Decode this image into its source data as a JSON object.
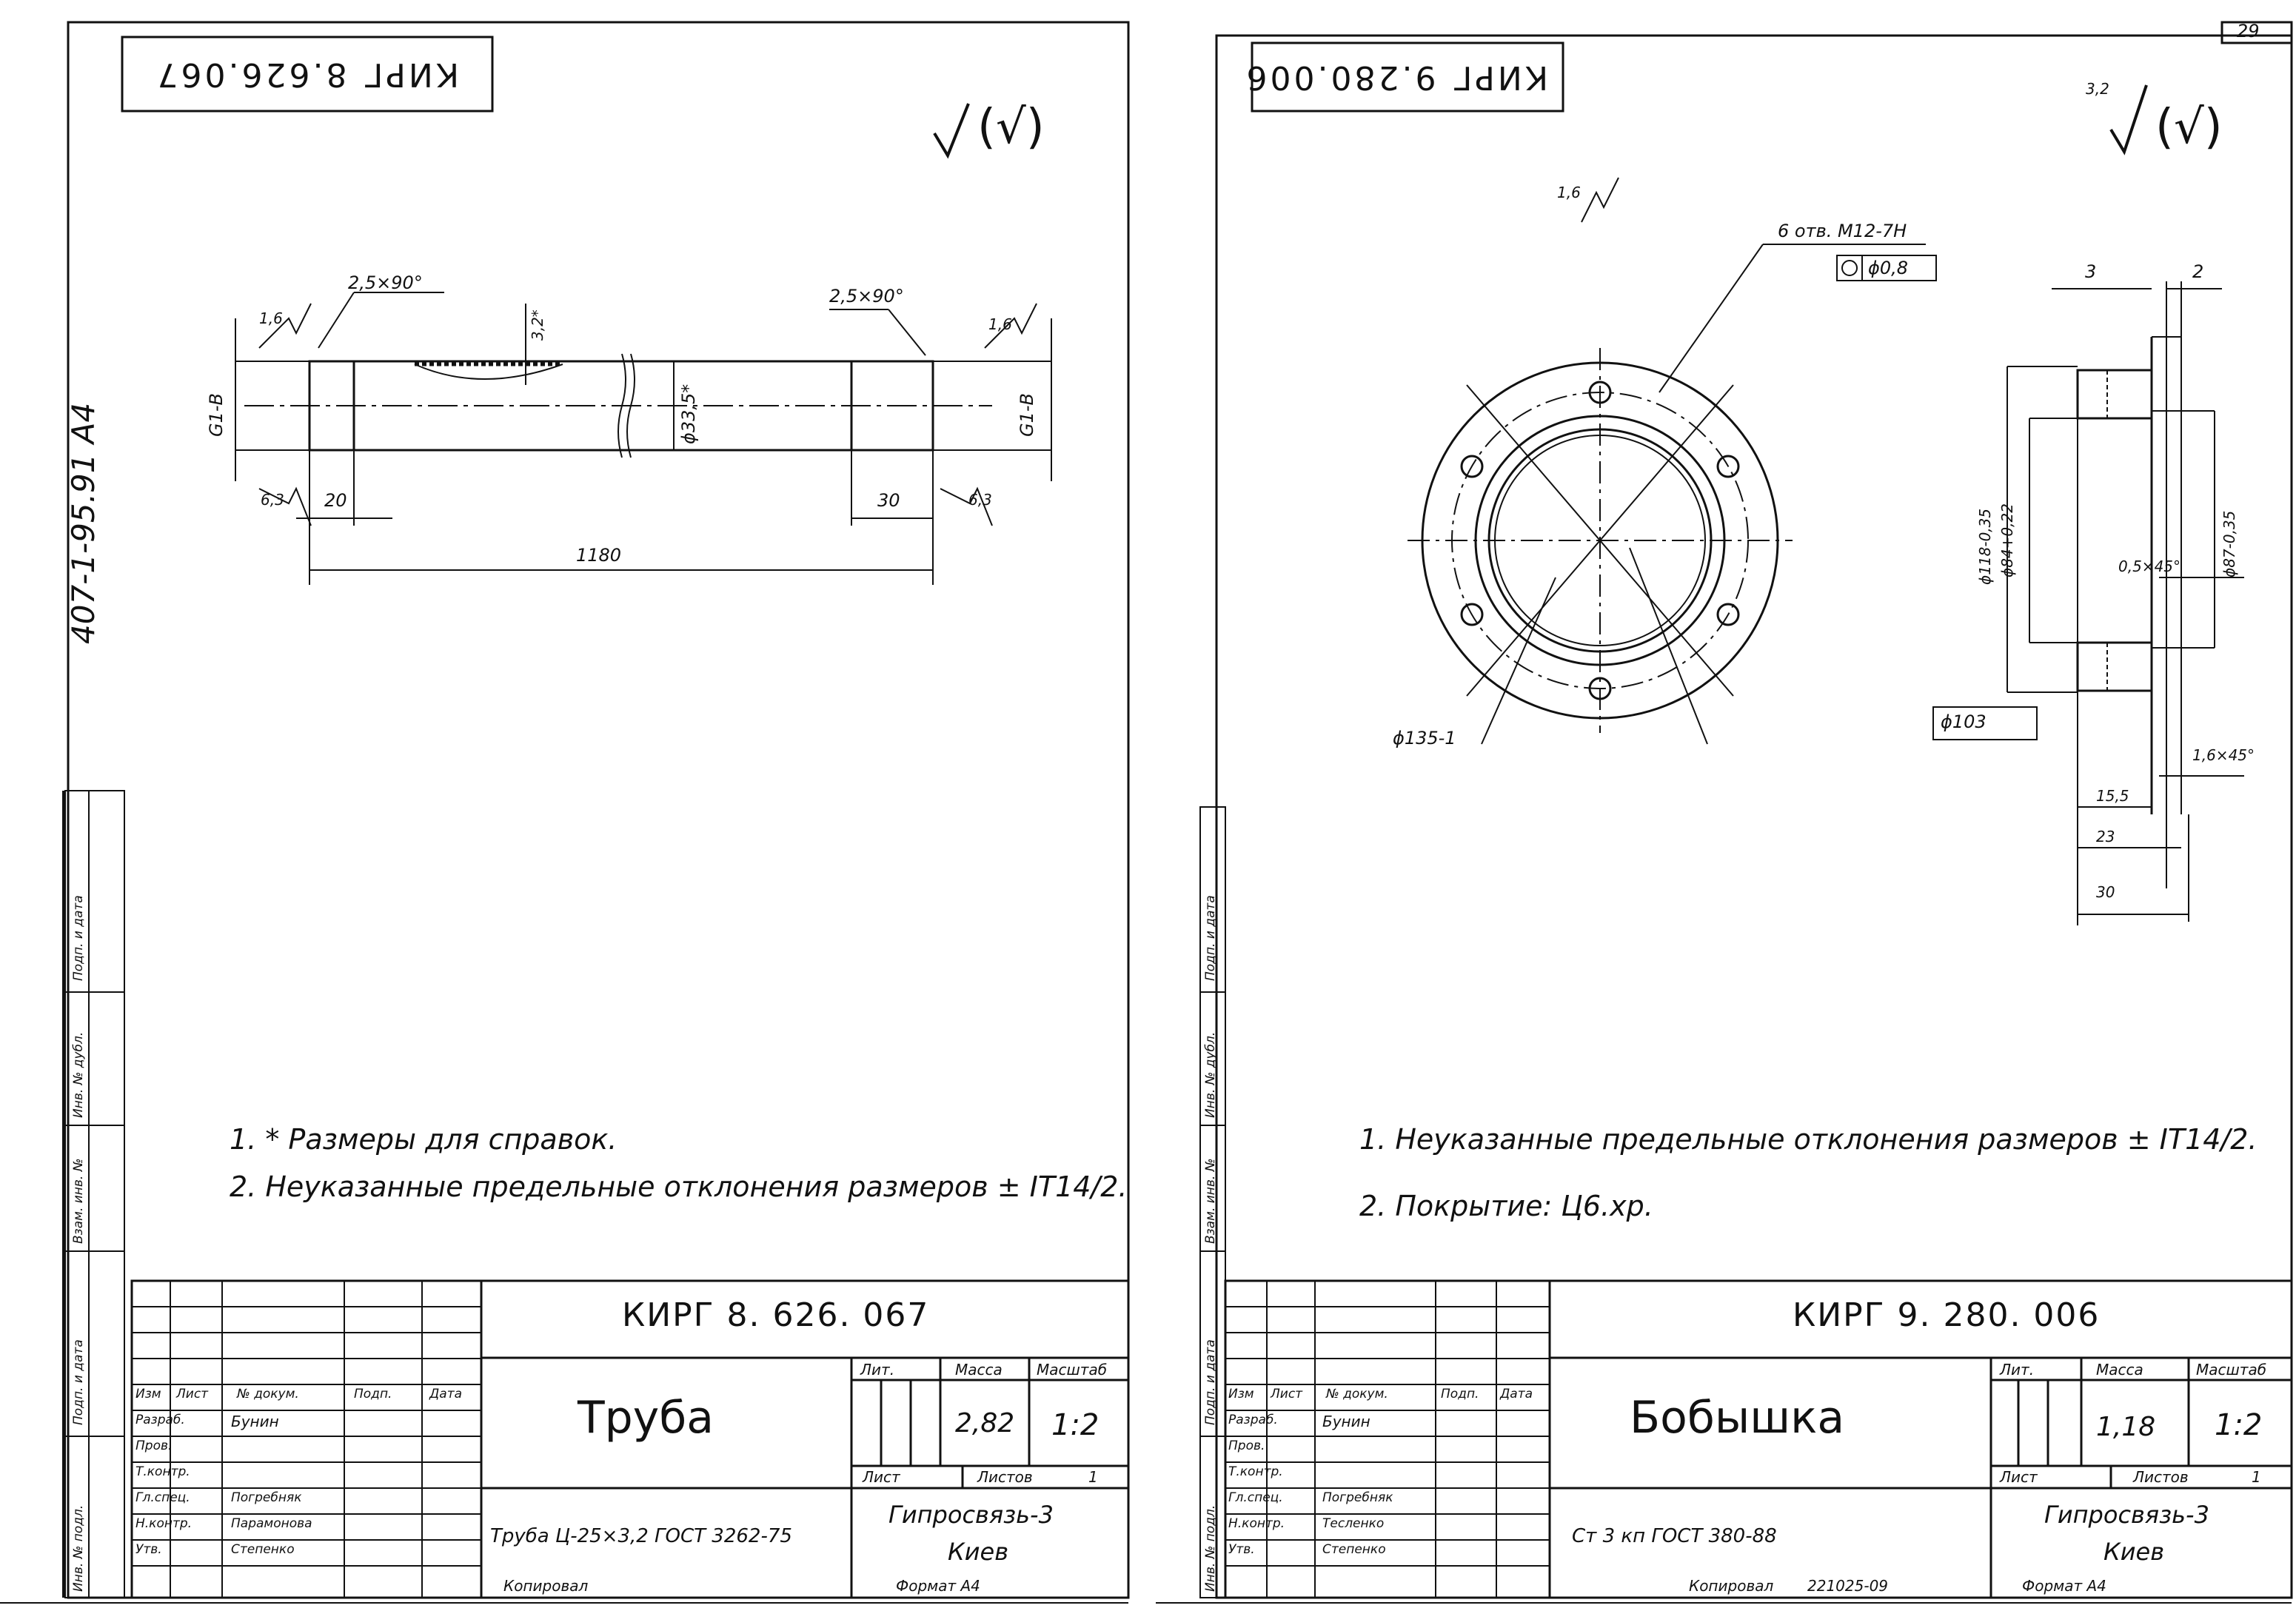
{
  "page_number": "29",
  "side_code": "407-1-95.91 A4",
  "sidebar_labels": {
    "inv_podl": "Инв. № подл.",
    "podp_data_1": "Подп. и дата",
    "vzam_inv": "Взам. инв. №",
    "inv_dubl": "Инв. № дубл.",
    "podp_data_2": "Подп. и дата"
  },
  "left": {
    "corner_code": "КИРГ 8.626.067",
    "roughness": "(√)",
    "dims": {
      "chamfer_left": "2,5×90°",
      "chamfer_right": "2,5×90°",
      "rough_top_left": "1,6",
      "rough_top_right": "1,6",
      "rough_bottom_left": "6,3",
      "rough_bottom_right": "6,3",
      "thread_left": "G1-B",
      "thread_right": "G1-B",
      "wall": "3,2*",
      "diameter": "ϕ33,5*",
      "len_left": "20",
      "len_right": "30",
      "total": "1180"
    },
    "notes": [
      "1. * Размеры для справок.",
      "2. Неуказанные предельные отклонения размеров ± IT14/2."
    ],
    "title_block": {
      "code": "КИРГ 8. 626. 067",
      "name": "Труба",
      "material": "Труба Ц-25×3,2 ГОСТ 3262-75",
      "org": "Гипросвязь-3",
      "city": "Киев",
      "lit_label": "Лит.",
      "mass_label": "Масса",
      "scale_label": "Масштаб",
      "mass": "2,82",
      "scale": "1:2",
      "sheet_label": "Лист",
      "sheets_label": "Листов",
      "sheets": "1",
      "header_izm": "Изм",
      "header_list": "Лист",
      "header_doc": "№ докум.",
      "header_sign": "Подп.",
      "header_date": "Дата",
      "roles": [
        "Разраб.",
        "Пров.",
        "Т.контр.",
        "Гл.спец.",
        "Н.контр.",
        "Утв."
      ],
      "names": [
        "Бунин",
        "",
        "",
        "Погребняк",
        "Парамонова",
        "Степенко"
      ],
      "copied": "Копировал",
      "format": "Формат А4"
    }
  },
  "right": {
    "corner_code": "КИРГ 9.280.006",
    "roughness_value": "3,2",
    "roughness": "(√)",
    "dims": {
      "holes": "6 отв. М12-7Н",
      "position_tol": "ϕ0,8",
      "rough_small": "1,6",
      "outer_d": "ϕ135-1",
      "pitch_d": "ϕ103",
      "dim_3": "3",
      "dim_2": "2",
      "d118": "ϕ118-0,35",
      "d84": "ϕ84+0,22",
      "d87": "ϕ87-0,35",
      "chamfer1": "0,5×45°",
      "chamfer2": "1,6×45°",
      "d155": "15,5",
      "d23": "23",
      "d30": "30"
    },
    "notes": [
      "1. Неуказанные предельные отклонения размеров ± IT14/2.",
      "2. Покрытие: Ц6.хр."
    ],
    "title_block": {
      "code": "КИРГ 9. 280. 006",
      "name": "Бобышка",
      "material": "Ст 3 кп ГОСТ 380-88",
      "org": "Гипросвязь-3",
      "city": "Киев",
      "lit_label": "Лит.",
      "mass_label": "Масса",
      "scale_label": "Масштаб",
      "mass": "1,18",
      "scale": "1:2",
      "sheet_label": "Лист",
      "sheets_label": "Листов",
      "sheets": "1",
      "header_izm": "Изм",
      "header_list": "Лист",
      "header_doc": "№ докум.",
      "header_sign": "Подп.",
      "header_date": "Дата",
      "roles": [
        "Разраб.",
        "Пров.",
        "Т.контр.",
        "Гл.спец.",
        "Н.контр.",
        "Утв."
      ],
      "names": [
        "Бунин",
        "",
        "",
        "Погребняк",
        "Тесленко",
        "Степенко"
      ],
      "copied": "Копировал",
      "copied_code": "221025-09",
      "format": "Формат А4"
    }
  }
}
